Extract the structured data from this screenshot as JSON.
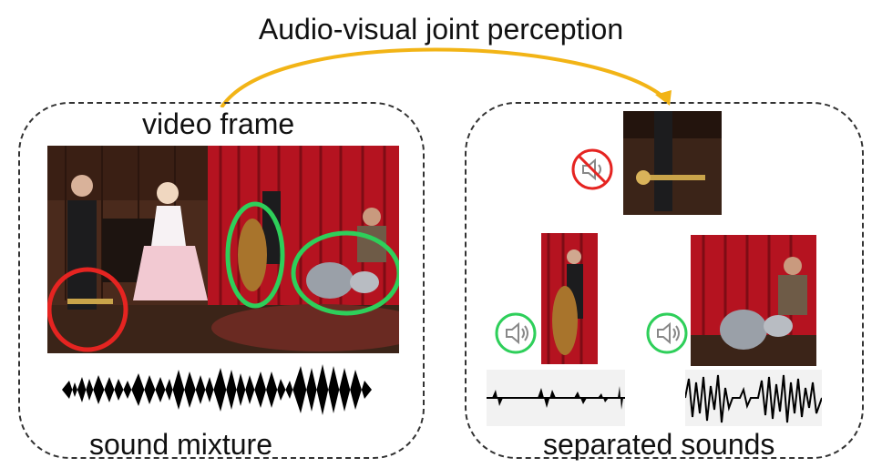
{
  "header": {
    "title": "Audio-visual joint perception"
  },
  "left_panel": {
    "top_label": "video frame",
    "bottom_label": "sound mixture"
  },
  "right_panel": {
    "bottom_label": "separated sounds"
  },
  "colors": {
    "arrow": "#f2b416",
    "muted_circle": "#e52421",
    "active_circle": "#2ecf5a",
    "curtain": "#b51320",
    "panel_border": "#333333"
  },
  "icons": {
    "muted": "speaker-muted-icon",
    "active": "speaker-sound-icon"
  }
}
